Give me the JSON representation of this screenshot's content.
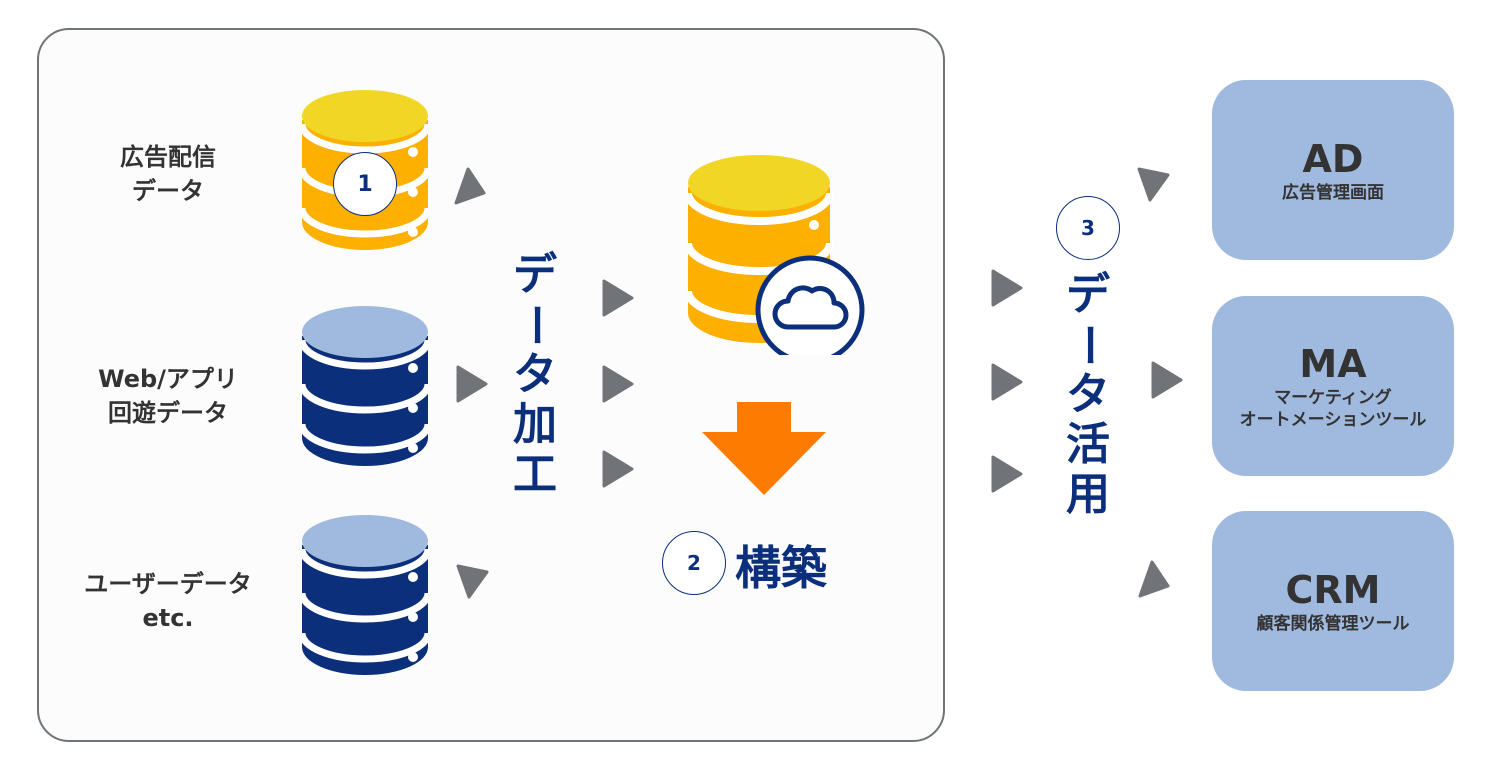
{
  "colors": {
    "navy": "#0c2f7c",
    "light_blue": "#a0b9de",
    "gold_top": "#f1d625",
    "gold_body": "#fdb000",
    "orange_arrow": "#fd7b00",
    "gray_arrow": "#707478",
    "panel_border": "#6f7479",
    "text_dark": "#333333"
  },
  "sources": [
    {
      "label_line1": "広告配信",
      "label_line2": "データ",
      "db_style": "gold",
      "badge": "1"
    },
    {
      "label_line1": "Web/アプリ",
      "label_line2": "回遊データ",
      "db_style": "navy"
    },
    {
      "label_line1": "ユーザーデータ",
      "label_line2": "etc.",
      "db_style": "navy"
    }
  ],
  "processing": {
    "label": "データ加工",
    "chars": [
      "デ",
      "ー",
      "タ",
      "加",
      "工"
    ]
  },
  "build": {
    "step": "2",
    "label": "構築",
    "icon": "cloud-database-icon"
  },
  "utilization": {
    "step": "3",
    "label": "データ活用",
    "chars": [
      "デ",
      "ー",
      "タ",
      "活",
      "用"
    ]
  },
  "destinations": [
    {
      "title": "AD",
      "sub_lines": [
        "広告管理画面"
      ]
    },
    {
      "title": "MA",
      "sub_lines": [
        "マーケティング",
        "オートメーションツール"
      ]
    },
    {
      "title": "CRM",
      "sub_lines": [
        "顧客関係管理ツール"
      ]
    }
  ]
}
